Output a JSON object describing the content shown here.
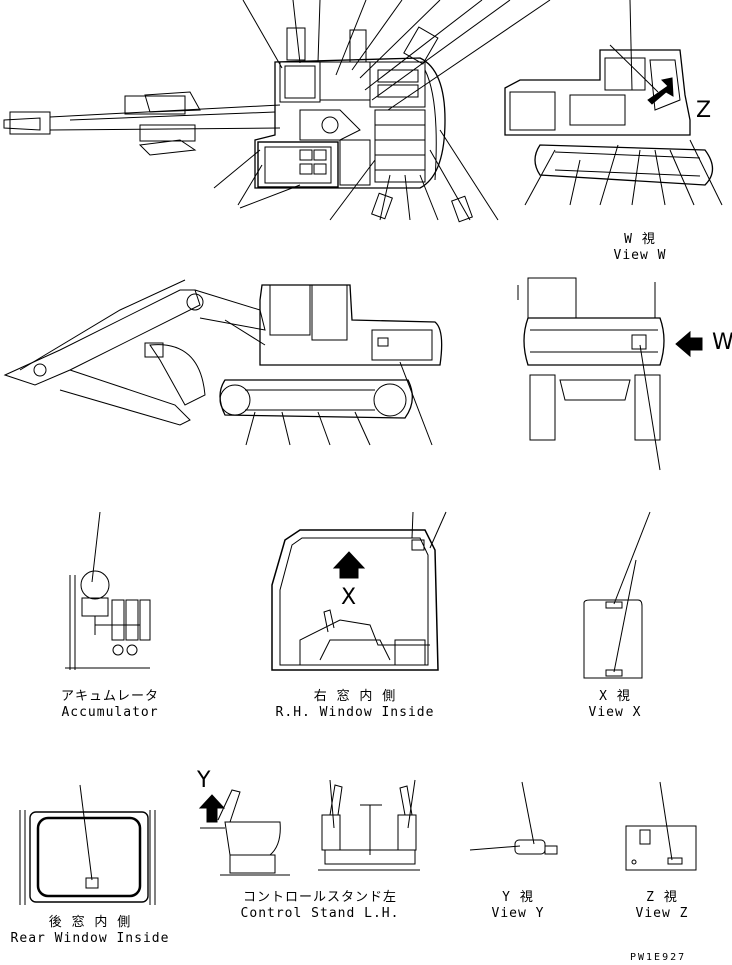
{
  "letters": {
    "z": "Z",
    "w": "W",
    "x": "X",
    "y": "Y"
  },
  "captions": {
    "view_w": {
      "jp": "W 視",
      "en": "View W"
    },
    "accumulator": {
      "jp": "アキュムレータ",
      "en": "Accumulator"
    },
    "rh_window_inside": {
      "jp": "右 窓 内 側",
      "en": "R.H. Window Inside"
    },
    "view_x": {
      "jp": "X 視",
      "en": "View X"
    },
    "rear_window_inside": {
      "jp": "後 窓 内 側",
      "en": "Rear Window Inside"
    },
    "control_stand_lh": {
      "jp": "コントロールスタンド左",
      "en": "Control Stand L.H."
    },
    "view_y": {
      "jp": "Y 視",
      "en": "View Y"
    },
    "view_z": {
      "jp": "Z 視",
      "en": "View Z"
    }
  },
  "drawing_code": "PW1E927",
  "colors": {
    "line": "#000000",
    "paper": "#ffffff"
  }
}
